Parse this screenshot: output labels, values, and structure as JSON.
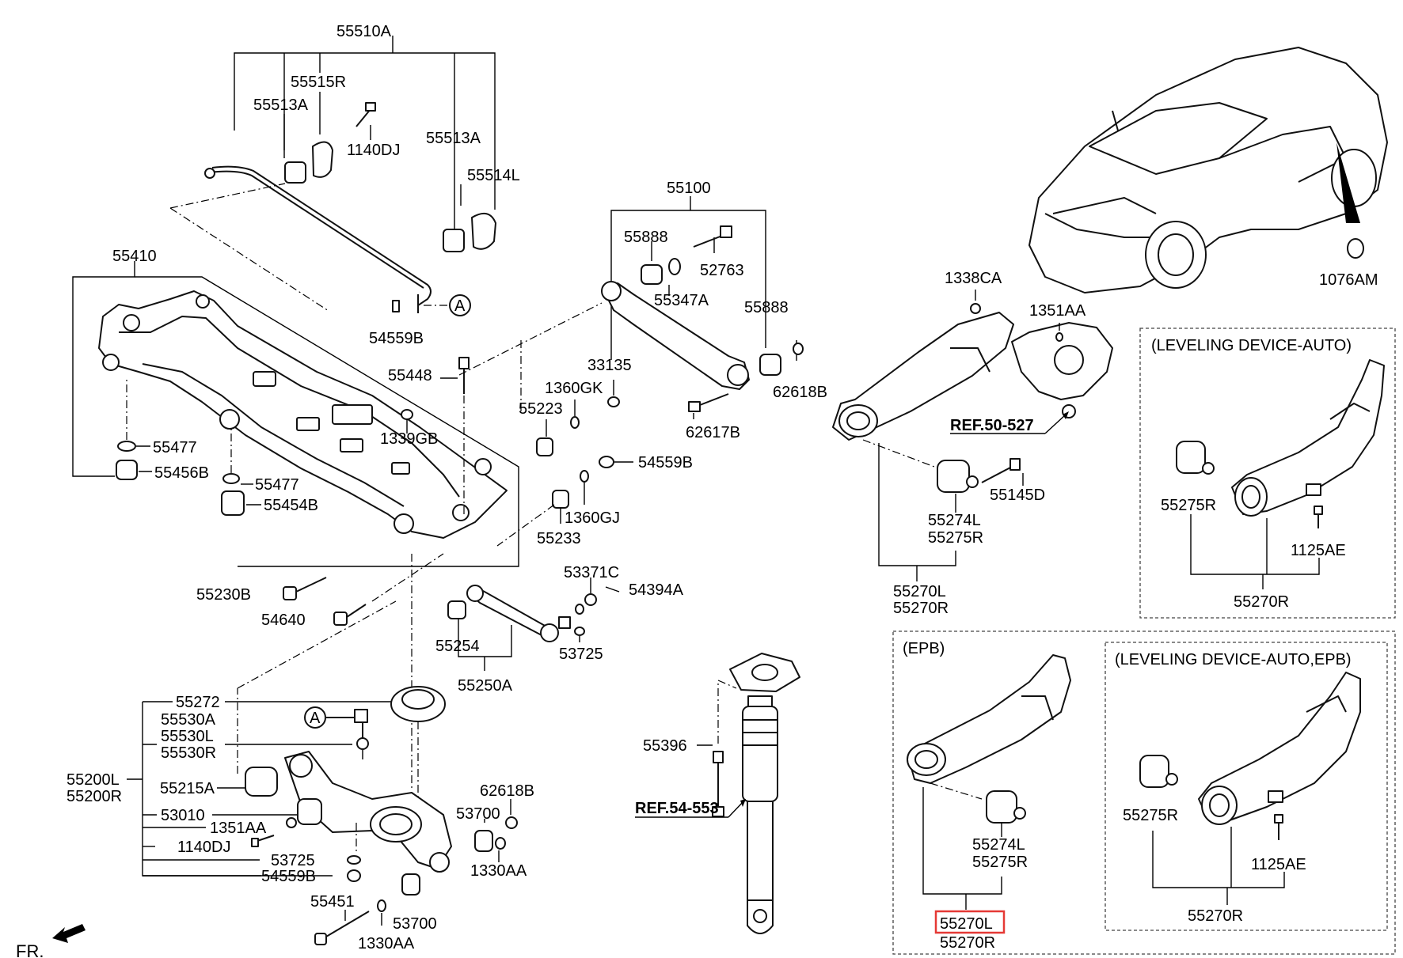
{
  "colors": {
    "highlight": "#e53935",
    "line": "#000000",
    "background": "#ffffff"
  },
  "labels": {
    "55510A": "55510A",
    "55515R": "55515R",
    "55513A_left": "55513A",
    "55513A_right": "55513A",
    "1140DJ_top": "1140DJ",
    "55514L": "55514L",
    "55410": "55410",
    "54559B_top": "54559B",
    "55448": "55448",
    "55477_a": "55477",
    "55456B": "55456B",
    "55477_b": "55477",
    "55454B": "55454B",
    "1339GB": "1339GB",
    "55100": "55100",
    "55888_a": "55888",
    "52763": "52763",
    "55347A": "55347A",
    "55888_b": "55888",
    "62618B_top": "62618B",
    "62617B": "62617B",
    "33135": "33135",
    "1360GK": "1360GK",
    "55223": "55223",
    "54559B_mid": "54559B",
    "1360GJ": "1360GJ",
    "55233": "55233",
    "55230B": "55230B",
    "54640": "54640",
    "53371C": "53371C",
    "54394A": "54394A",
    "55254": "55254",
    "53725_mid": "53725",
    "55250A": "55250A",
    "55272": "55272",
    "55530A": "55530A",
    "55530L": "55530L",
    "55530R": "55530R",
    "55200L": "55200L",
    "55200R": "55200R",
    "55215A": "55215A",
    "53010": "53010",
    "1351AA_bot": "1351AA",
    "1140DJ_bot": "1140DJ",
    "53725_bot": "53725",
    "54559B_bot": "54559B",
    "55451": "55451",
    "53700_a": "53700",
    "53700_b": "53700",
    "1330AA_a": "1330AA",
    "1330AA_b": "1330AA",
    "62618B_bot": "62618B",
    "55396": "55396",
    "ref_54_553": "REF.54-553",
    "1338CA": "1338CA",
    "1351AA_top": "1351AA",
    "ref_50_527": "REF.50-527",
    "55274L_a": "55274L",
    "55275R_a": "55275R",
    "55145D": "55145D",
    "55270L_a": "55270L",
    "55270R_a": "55270R",
    "1076AM": "1076AM",
    "leveling_auto": "(LEVELING DEVICE-AUTO)",
    "55275R_b": "55275R",
    "1125AE_a": "1125AE",
    "55270R_b": "55270R",
    "epb": "(EPB)",
    "55274L_b": "55274L",
    "55275R_c": "55275R",
    "55270L_b": "55270L",
    "55270R_c": "55270R",
    "leveling_auto_epb": "(LEVELING DEVICE-AUTO,EPB)",
    "55275R_d": "55275R",
    "1125AE_b": "1125AE",
    "55270R_d": "55270R",
    "circle_a_1": "A",
    "circle_a_2": "A",
    "front": "FR."
  }
}
